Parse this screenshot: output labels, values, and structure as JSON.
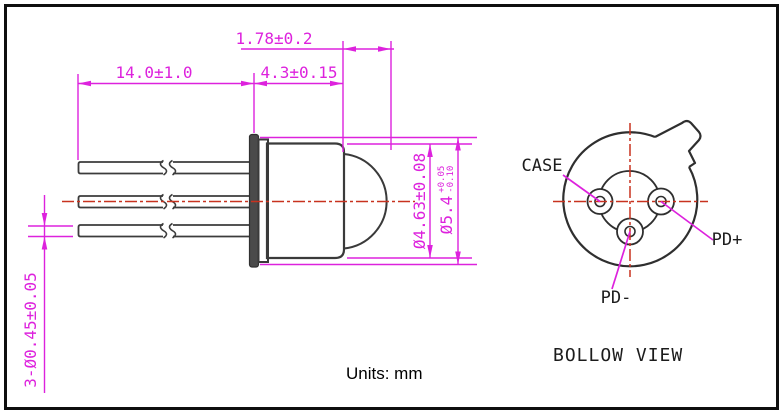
{
  "side_view": {
    "dim_lead_length": "14.0±1.0",
    "dim_cap_length": "4.3±0.15",
    "dim_dome_length": "1.78±0.2",
    "dim_lead_diameter": "3-Ø0.45±0.05",
    "dim_cap_diameter": "Ø4.63±0.08",
    "dim_flange_diameter": "Ø5.4",
    "dim_flange_tol_upper": "+0.05",
    "dim_flange_tol_lower": "-0.10"
  },
  "bottom_view": {
    "label_case": "CASE",
    "label_pd_plus": "PD+",
    "label_pd_minus": "PD-",
    "caption": "BOLLOW VIEW"
  },
  "footer": {
    "units": "Units: mm"
  },
  "colors": {
    "dimension": "#dd22dd",
    "centerline": "#c8321f",
    "outline": "#3a3a3a",
    "flange_fill": "#4a4a4a"
  }
}
